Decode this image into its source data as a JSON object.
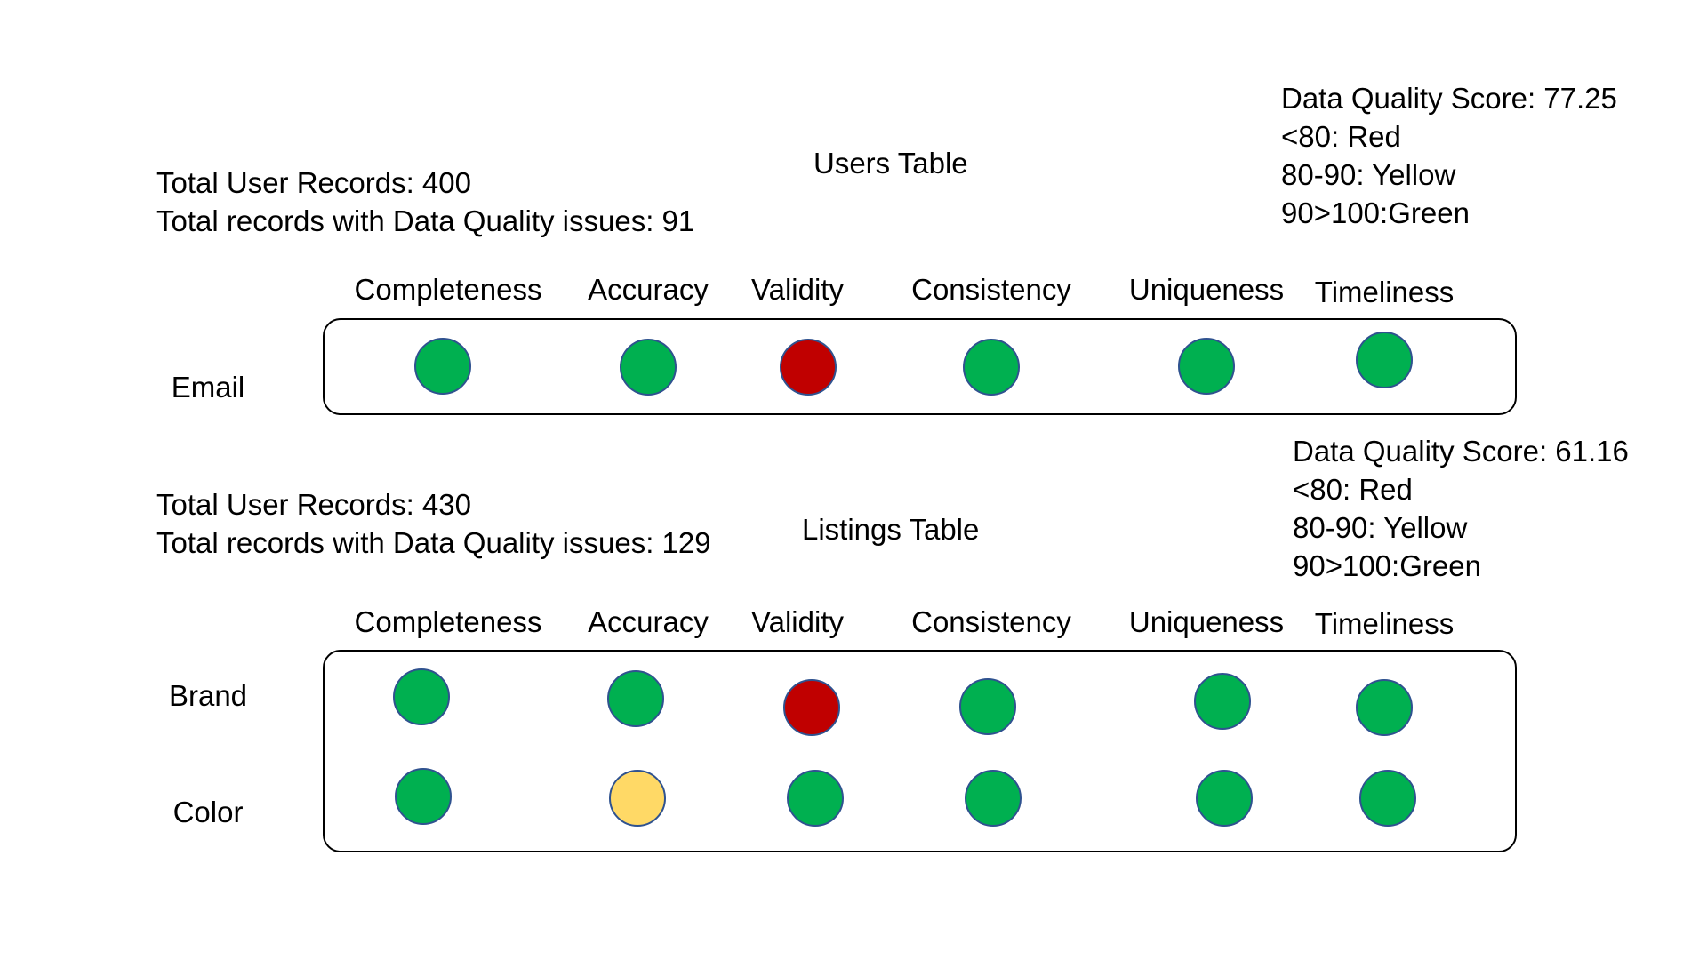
{
  "colors": {
    "green": "#00b050",
    "red": "#c00000",
    "yellow": "#ffd966",
    "circle_outline": "#2f528f"
  },
  "users_section": {
    "title": "Users Table",
    "stats": [
      "Total User Records: 400",
      "Total records with Data Quality issues: 91"
    ],
    "score_lines": [
      "Data Quality Score: 77.25",
      "<80: Red",
      "80-90: Yellow",
      "90>100:Green"
    ],
    "dimensions": [
      "Completeness",
      "Accuracy",
      "Validity",
      "Consistency",
      "Uniqueness",
      "Timeliness"
    ],
    "rows": [
      {
        "label": "Email",
        "statuses": [
          "green",
          "green",
          "red",
          "green",
          "green",
          "green"
        ]
      }
    ]
  },
  "listings_section": {
    "title": "Listings Table",
    "stats": [
      "Total User Records: 430",
      "Total records with Data Quality issues: 129"
    ],
    "score_lines": [
      "Data Quality Score: 61.16",
      "<80: Red",
      "80-90: Yellow",
      "90>100:Green"
    ],
    "dimensions": [
      "Completeness",
      "Accuracy",
      "Validity",
      "Consistency",
      "Uniqueness",
      "Timeliness"
    ],
    "rows": [
      {
        "label": "Brand",
        "statuses": [
          "green",
          "green",
          "red",
          "green",
          "green",
          "green"
        ]
      },
      {
        "label": "Color",
        "statuses": [
          "green",
          "yellow",
          "green",
          "green",
          "green",
          "green"
        ]
      }
    ]
  }
}
